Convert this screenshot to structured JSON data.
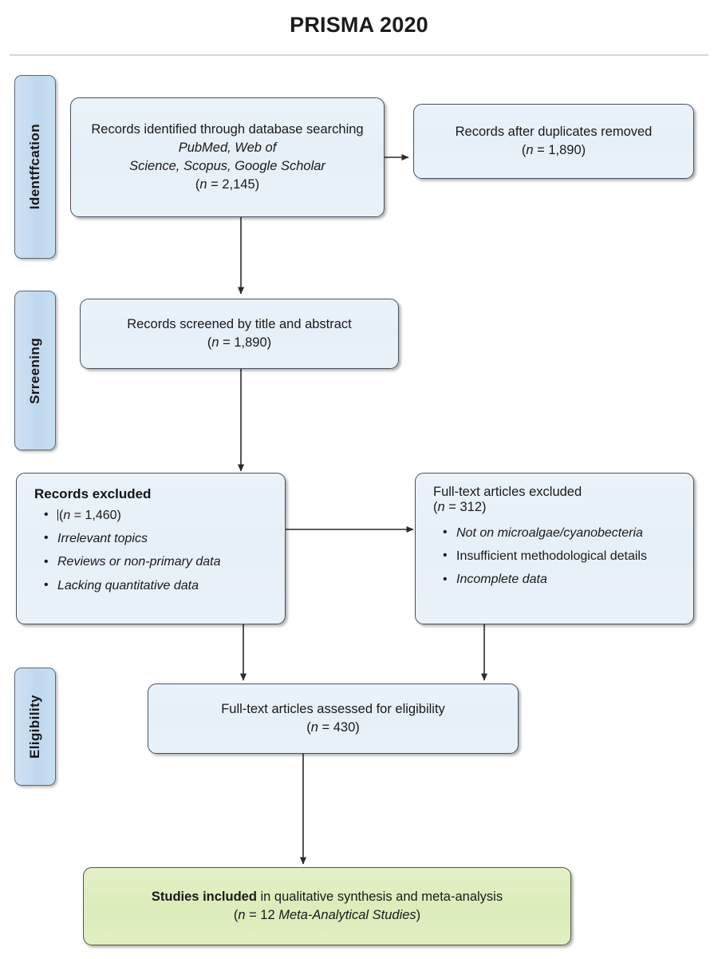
{
  "diagram": {
    "title": "PRISMA 2020",
    "type": "flowchart",
    "stages": [
      {
        "id": "identification",
        "label": "Identffcation"
      },
      {
        "id": "screening",
        "label": "Srreening"
      },
      {
        "id": "eligibility",
        "label": "Eligibility"
      }
    ],
    "boxes": {
      "records_identified": {
        "line1": "Records identified through database searching",
        "line2": "PubMed, Web of",
        "line3": "Science, Scopus, Google Scholar",
        "count_prefix": "(",
        "count_n": "n",
        "count_eq": " = 2,145)"
      },
      "duplicates_removed": {
        "line1": "Records after duplicates removed",
        "count_prefix": "(",
        "count_n": "n",
        "count_eq": " = 1,890)"
      },
      "records_screened": {
        "line1": "Records screened by title and abstract",
        "count_prefix": "(",
        "count_n": "n",
        "count_eq": " = 1,890)"
      },
      "records_excluded": {
        "heading": "Records excluded",
        "bullets": [
          {
            "text_prefix": "(",
            "n": "n",
            "text_suffix": " = 1,460)",
            "italic": false,
            "is_count": true
          },
          {
            "text": "Irrelevant topics",
            "italic": true,
            "is_count": false
          },
          {
            "text": "Reviews or non-primary data",
            "italic": true,
            "is_count": false
          },
          {
            "text": "Lacking quantitative data",
            "italic": true,
            "is_count": false
          }
        ]
      },
      "fulltext_excluded": {
        "heading": "Full-text articles excluded",
        "count_prefix": "(",
        "count_n": "n",
        "count_eq": " = 312)",
        "bullets": [
          {
            "text": "Not on microalgae/cyanobecteria",
            "italic": true
          },
          {
            "text": "Insufficient methodological details",
            "italic": false
          },
          {
            "text": "Incomplete data",
            "italic": true
          }
        ]
      },
      "fulltext_assessed": {
        "line1": "Full-text articles assessed for eligibility",
        "count_prefix": "(",
        "count_n": "n",
        "count_eq": " = 430)"
      },
      "studies_included": {
        "bold_part": "Studies included",
        "rest_part": " in qualitative synthesis and meta-analysis",
        "count_prefix": "(",
        "count_n": "n",
        "count_mid": " = 12 ",
        "count_italic": "Meta-Analytical Studies",
        "count_suffix": ")"
      }
    },
    "colors": {
      "stage_fill": "#c9dff1",
      "box_fill": "#e8f2f9",
      "box_border": "#48525e",
      "included_fill": "#dfeec0",
      "included_border": "#4d5a42",
      "connector": "#2b2b2b",
      "title_rule": "#d8d8d8"
    }
  }
}
